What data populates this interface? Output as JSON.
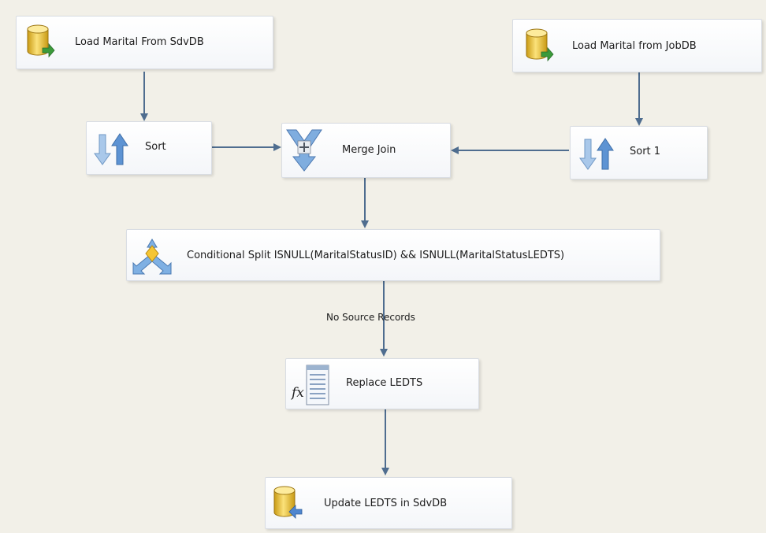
{
  "nodes": {
    "load_sdv": {
      "label": "Load Marital From SdvDB",
      "icon": "ole-db-source-icon"
    },
    "load_job": {
      "label": "Load Marital from JobDB",
      "icon": "ole-db-source-icon"
    },
    "sort": {
      "label": "Sort",
      "icon": "sort-icon"
    },
    "sort1": {
      "label": "Sort 1",
      "icon": "sort-icon"
    },
    "merge_join": {
      "label": "Merge Join",
      "icon": "merge-join-icon"
    },
    "cond_split": {
      "label": "Conditional Split ISNULL(MaritalStatusID) && ISNULL(MaritalStatusLEDTS)",
      "icon": "conditional-split-icon"
    },
    "derived": {
      "label": "Replace LEDTS",
      "icon": "derived-column-icon"
    },
    "update": {
      "label": "Update LEDTS in SdvDB",
      "icon": "ole-db-command-icon"
    }
  },
  "edges": [
    {
      "from": "load_sdv",
      "to": "sort",
      "label": ""
    },
    {
      "from": "load_job",
      "to": "sort1",
      "label": ""
    },
    {
      "from": "sort",
      "to": "merge_join",
      "label": ""
    },
    {
      "from": "sort1",
      "to": "merge_join",
      "label": ""
    },
    {
      "from": "merge_join",
      "to": "cond_split",
      "label": ""
    },
    {
      "from": "cond_split",
      "to": "derived",
      "label": "No Source Records"
    },
    {
      "from": "derived",
      "to": "update",
      "label": ""
    }
  ],
  "colors": {
    "arrow": "#4f6d8f",
    "canvas": "#f2f0e8"
  }
}
